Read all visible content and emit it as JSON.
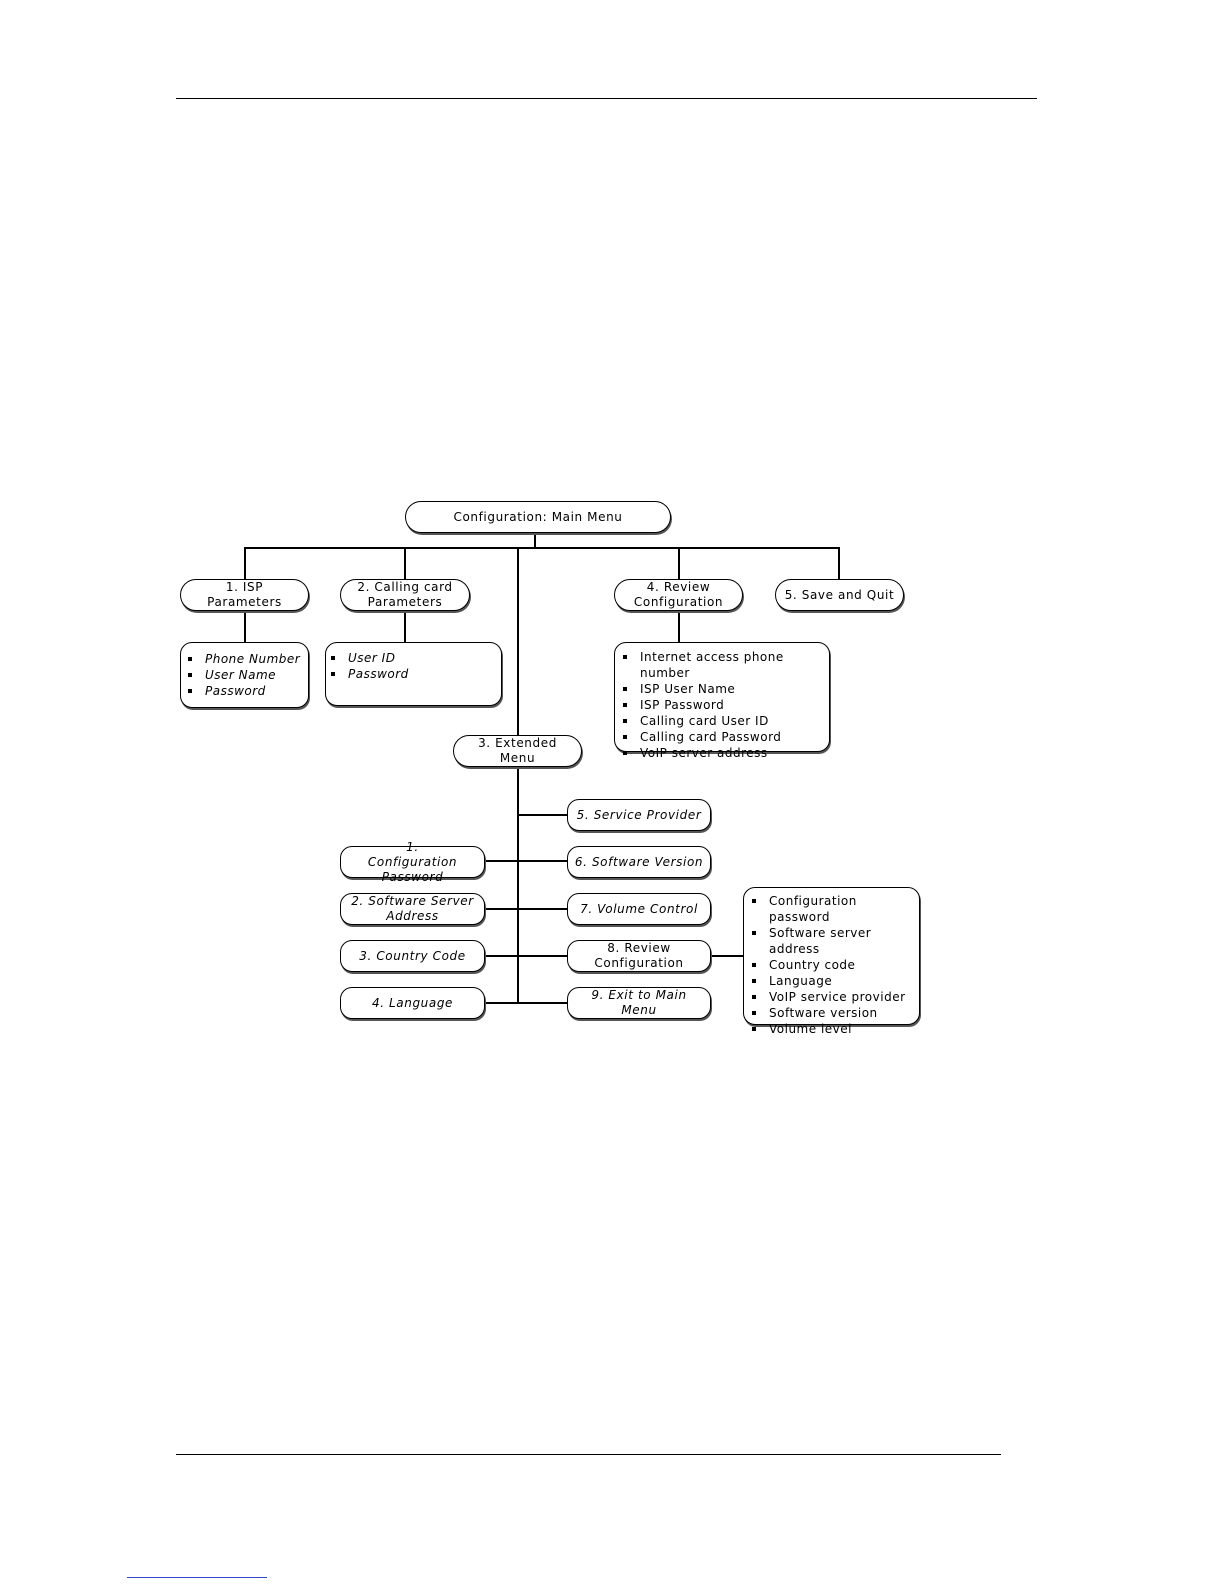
{
  "diagram": {
    "root": "Configuration: Main Menu",
    "main_items": [
      {
        "label": "1. ISP Parameters"
      },
      {
        "label": "2. Calling card Parameters"
      },
      {
        "label": "3. Extended Menu"
      },
      {
        "label": "4. Review Configuration"
      },
      {
        "label": "5. Save and Quit"
      }
    ],
    "isp_fields": [
      "Phone Number",
      "User Name",
      "Password"
    ],
    "calling_card_fields": [
      "User ID",
      "Password"
    ],
    "review_fields": [
      "Internet access phone number",
      "ISP User Name",
      "ISP Password",
      "Calling card User ID",
      "Calling card Password",
      "VoIP server address"
    ],
    "extended_left": [
      {
        "label": "1. Configuration Password"
      },
      {
        "label": "2. Software Server Address"
      },
      {
        "label": "3. Country Code"
      },
      {
        "label": "4. Language"
      }
    ],
    "extended_right": [
      {
        "label": "5. Service Provider"
      },
      {
        "label": "6. Software Version"
      },
      {
        "label": "7. Volume Control"
      },
      {
        "label": "8. Review Configuration"
      },
      {
        "label": "9. Exit to Main Menu"
      }
    ],
    "extended_review_fields": [
      "Configuration password",
      "Software server address",
      "Country code",
      "Language",
      "VoIP service provider",
      "Software version",
      "Volume level"
    ]
  }
}
